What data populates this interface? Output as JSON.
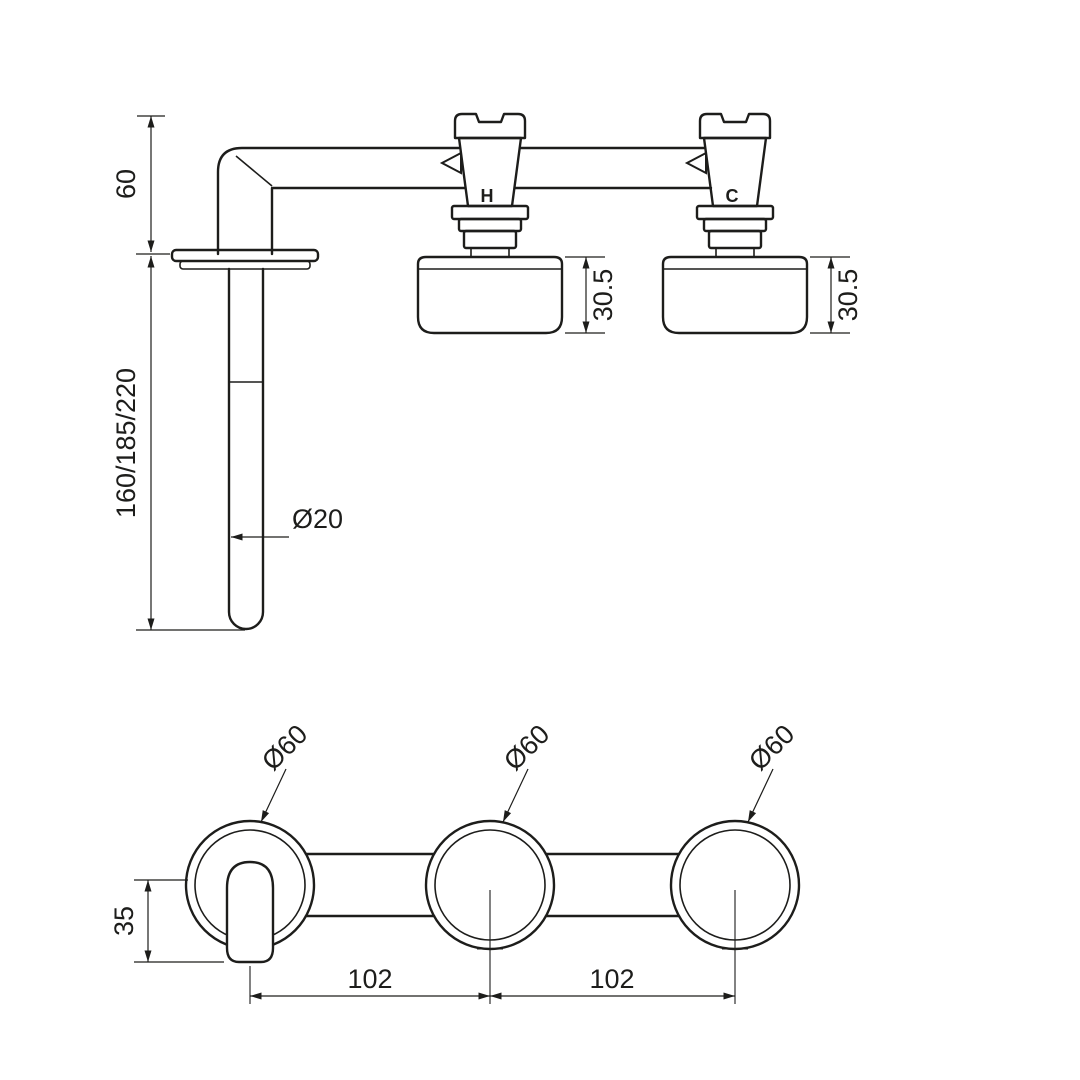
{
  "colors": {
    "background": "#ffffff",
    "line": "#1d1d1b"
  },
  "side_view": {
    "dimensions": {
      "spout_height": "60",
      "spout_lengths": "160/185/220",
      "spout_tube_diameter": "Ø20",
      "hot_flange_depth": "30.5",
      "cold_flange_depth": "30.5"
    },
    "valve_labels": {
      "hot": "H",
      "cold": "C"
    }
  },
  "front_view": {
    "dimensions": {
      "spout_flange_diameter": "Ø60",
      "hot_flange_diameter": "Ø60",
      "cold_flange_diameter": "Ø60",
      "spout_outlet_offset": "35",
      "spout_to_hot_spacing": "102",
      "hot_to_cold_spacing": "102"
    }
  }
}
